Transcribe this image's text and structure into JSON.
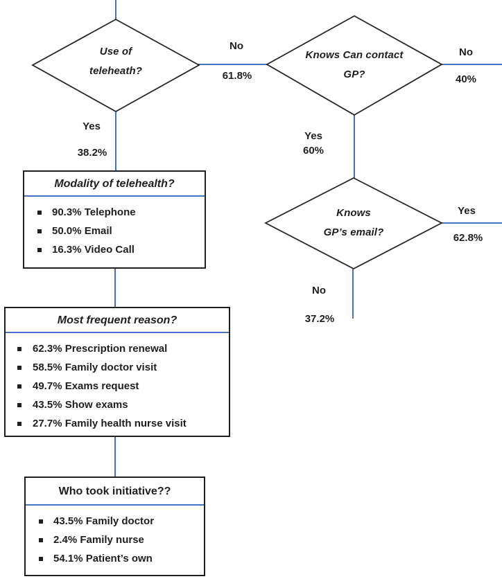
{
  "colors": {
    "connector_blue": "#4472c4",
    "shape_stroke": "#262626",
    "text": "#1f1f1f"
  },
  "diamonds": [
    {
      "name": "use-of-telehealth",
      "line1": "Use of",
      "line2": "teleheath?"
    },
    {
      "name": "knows-can-contact-gp",
      "line1": "Knows Can contact",
      "line2": "GP?"
    },
    {
      "name": "knows-gp-email",
      "line1": "Knows",
      "line2": "GP’s email?"
    }
  ],
  "edge_labels": {
    "d1_no": {
      "answer": "No",
      "pct": "61.8%"
    },
    "d1_yes": {
      "answer": "Yes",
      "pct": "38.2%"
    },
    "d2_no": {
      "answer": "No",
      "pct": "40%"
    },
    "d2_yes": {
      "answer": "Yes",
      "pct": "60%"
    },
    "d3_yes": {
      "answer": "Yes",
      "pct": "62.8%"
    },
    "d3_no": {
      "answer": "No",
      "pct": "37.2%"
    }
  },
  "boxes": [
    {
      "title": "Modality of telehealth?",
      "items": [
        "90.3% Telephone",
        "50.0% Email",
        "16.3% Video Call"
      ]
    },
    {
      "title": "Most frequent reason?",
      "items": [
        "62.3% Prescription renewal",
        "58.5% Family doctor visit",
        "49.7% Exams request",
        "43.5% Show exams",
        "27.7% Family health nurse visit"
      ]
    },
    {
      "title": "Who took initiative??",
      "items": [
        "43.5% Family doctor",
        "2.4% Family nurse",
        "54.1% Patient’s own"
      ]
    }
  ]
}
